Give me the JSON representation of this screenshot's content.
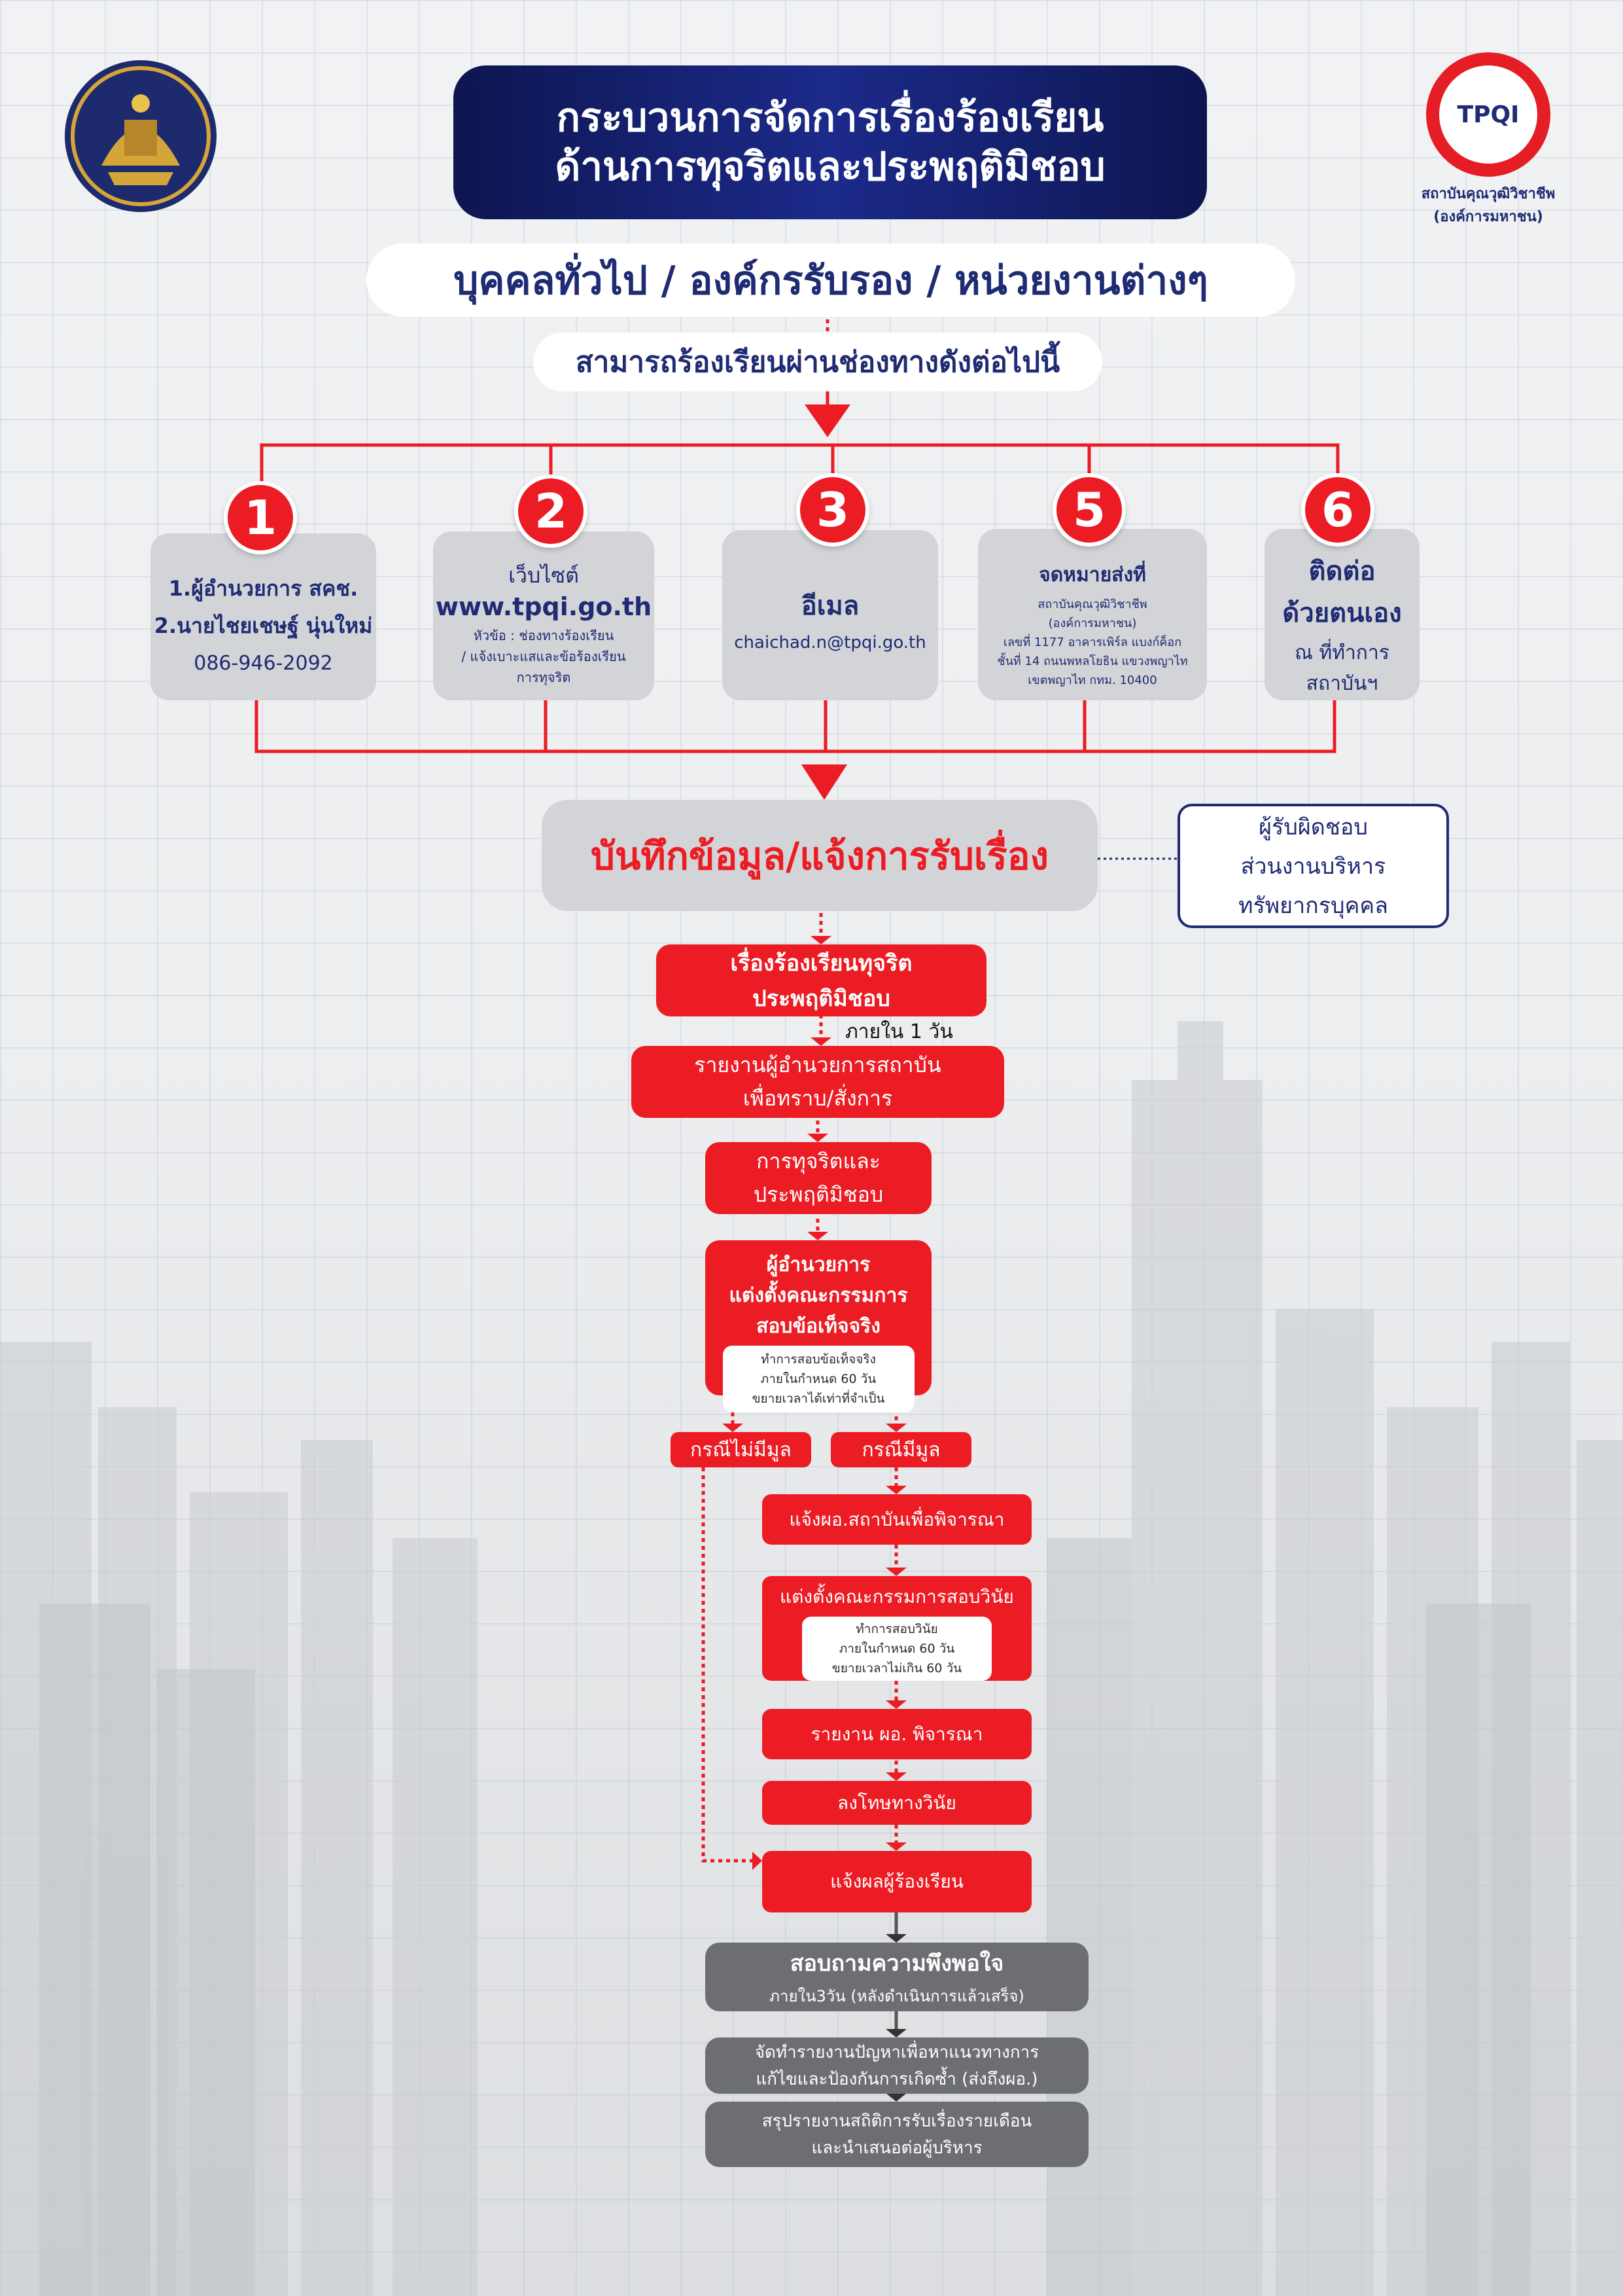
{
  "header": {
    "title_line1": "กระบวนการจัดการเรื่องร้องเรียน",
    "title_line2": "ด้านการทุจริตและประพฤติมิชอบ",
    "logo_right_abbr": "TPQI",
    "logo_right_caption1": "สถาบันคุณวุฒิวิชาชีพ",
    "logo_right_caption2": "(องค์การมหาชน)"
  },
  "audience": "บุคคลทั่วไป / องค์กรรับรอง / หน่วยงานต่างๆ",
  "channels_intro": "สามารถร้องเรียนผ่านช่องทางดังต่อไปนี้",
  "channels": [
    {
      "num": "1",
      "line1": "1.ผู้อำนวยการ สคช.",
      "line2": "2.นายไชยเชษฐ์ นุ่นใหม่",
      "line3": "086-946-2092"
    },
    {
      "num": "2",
      "line1": "เว็บไซต์",
      "line2": "www.tpqi.go.th",
      "line3": "หัวข้อ : ช่องทางร้องเรียน",
      "line4": "/ แจ้งเบาะแสและข้อร้องเรียน",
      "line5": "การทุจริต"
    },
    {
      "num": "3",
      "line1": "อีเมล",
      "line2": "chaichad.n@tpqi.go.th"
    },
    {
      "num": "5",
      "line1": "จดหมายส่งที่",
      "line2": "สถาบันคุณวุฒิวิชาชีพ",
      "line3": "(องค์การมหาชน)",
      "line4": "เลขที่ 1177 อาคารเพิร์ล แบงก์ค็อก",
      "line5": "ชั้นที่ 14 ถนนพหลโยธิน แขวงพญาไท",
      "line6": "เขตพญาไท กทม. 10400"
    },
    {
      "num": "6",
      "line1": "ติดต่อ",
      "line2": "ด้วยตนเอง",
      "line3": "ณ ที่ทำการ",
      "line4": "สถาบันฯ"
    }
  ],
  "record": "บันทึกข้อมูล/แจ้งการรับเรื่อง",
  "responsible": {
    "line1": "ผู้รับผิดชอบ",
    "line2": "ส่วนงานบริหาร",
    "line3": "ทรัพยากรบุคคล"
  },
  "flow": {
    "complaint_line1": "เรื่องร้องเรียนทุจริต",
    "complaint_line2": "ประพฤติมิชอบ",
    "within_one_day": "ภายใน 1 วัน",
    "report_line1": "รายงานผู้อำนวยการสถาบัน",
    "report_line2": "เพื่อทราบ/สั่งการ",
    "corruption_line1": "การทุจริตและ",
    "corruption_line2": "ประพฤติมิชอบ",
    "fact_line1": "ผู้อำนวยการ",
    "fact_line2": "แต่งตั้งคณะกรรมการ",
    "fact_line3": "สอบข้อเท็จจริง",
    "fact_note1": "ทำการสอบข้อเท็จจริง",
    "fact_note2": "ภายในกำหนด 60 วัน",
    "fact_note3": "ขยายเวลาได้เท่าที่จำเป็น",
    "no_merit": "กรณีไม่มีมูล",
    "merit": "กรณีมีมูล",
    "notify_director": "แจ้งผอ.สถาบันเพื่อพิจารณา",
    "disc_title": "แต่งตั้งคณะกรรมการสอบวินัย",
    "disc_note1": "ทำการสอบวินัย",
    "disc_note2": "ภายในกำหนด 60 วัน",
    "disc_note3": "ขยายเวลาไม่เกิน 60 วัน",
    "report_director": "รายงาน ผอ. พิจารณา",
    "punish": "ลงโทษทางวินัย",
    "notify_result": "แจ้งผลผู้ร้องเรียน",
    "survey_title": "สอบถามความพึงพอใจ",
    "survey_note": "ภายใน3วัน (หลังดำเนินการแล้วเสร็จ)",
    "problem_line1": "จัดทำรายงานปัญหาเพื่อหาแนวทางการ",
    "problem_line2": "แก้ไขและป้องกันการเกิดซ้ำ (ส่งถึงผอ.)",
    "summary_line1": "สรุปรายงานสถิติการรับเรื่องรายเดือน",
    "summary_line2": "และนำเสนอต่อผู้บริหาร"
  },
  "colors": {
    "red": "#ec1c24",
    "navy": "#1f2b73",
    "grey": "#d2d4d7",
    "dark_grey": "#6c6e71"
  }
}
